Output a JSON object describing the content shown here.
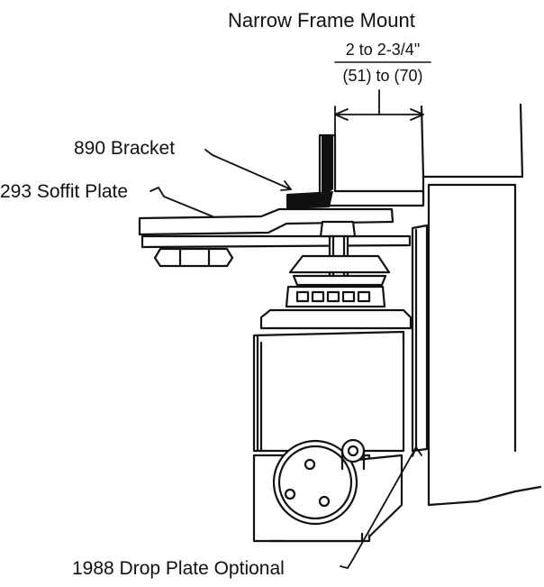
{
  "title": "Narrow Frame Mount",
  "dimension": {
    "imperial": "2 to 2-3/4\"",
    "metric": "(51) to (70)"
  },
  "callouts": {
    "bracket": "890 Bracket",
    "soffit_plate": "293 Soffit Plate",
    "drop_plate": "1988 Drop Plate Optional"
  },
  "colors": {
    "line": "#111111",
    "fill": "#ffffff"
  }
}
